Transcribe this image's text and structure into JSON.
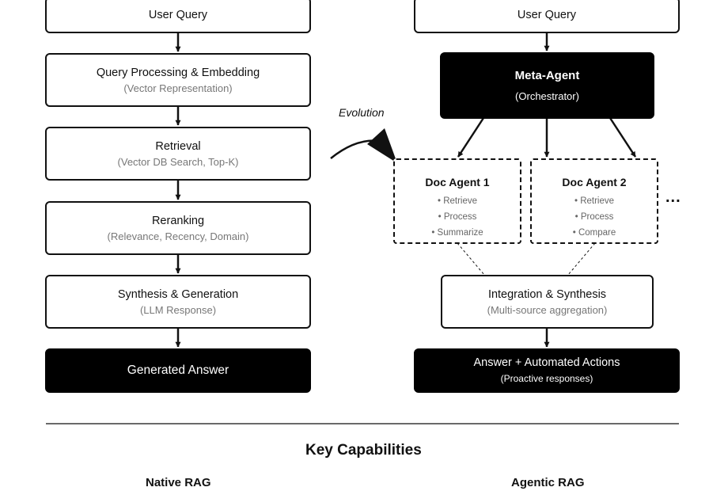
{
  "native": {
    "user_query": "User Query",
    "steps": [
      {
        "title": "Query Processing & Embedding",
        "subtitle": "(Vector Representation)"
      },
      {
        "title": "Retrieval",
        "subtitle": "(Vector DB Search, Top-K)"
      },
      {
        "title": "Reranking",
        "subtitle": "(Relevance, Recency, Domain)"
      },
      {
        "title": "Synthesis & Generation",
        "subtitle": "(LLM Response)"
      }
    ],
    "output": "Generated Answer"
  },
  "agentic": {
    "user_query": "User Query",
    "meta_agent": {
      "title": "Meta-Agent",
      "subtitle": "(Orchestrator)"
    },
    "evolution_label": "Evolution",
    "agents": [
      {
        "title": "Doc Agent 1",
        "items": [
          "• Retrieve",
          "• Process",
          "• Summarize"
        ]
      },
      {
        "title": "Doc Agent 2",
        "items": [
          "• Retrieve",
          "• Process",
          "• Compare"
        ]
      }
    ],
    "more_agents": "...",
    "integration": {
      "title": "Integration & Synthesis",
      "subtitle": "(Multi-source aggregation)"
    },
    "output": {
      "title": "Answer + Automated Actions",
      "subtitle": "(Proactive responses)"
    }
  },
  "capabilities": {
    "title": "Key Capabilities",
    "columns": [
      "Native RAG",
      "Agentic RAG"
    ]
  }
}
